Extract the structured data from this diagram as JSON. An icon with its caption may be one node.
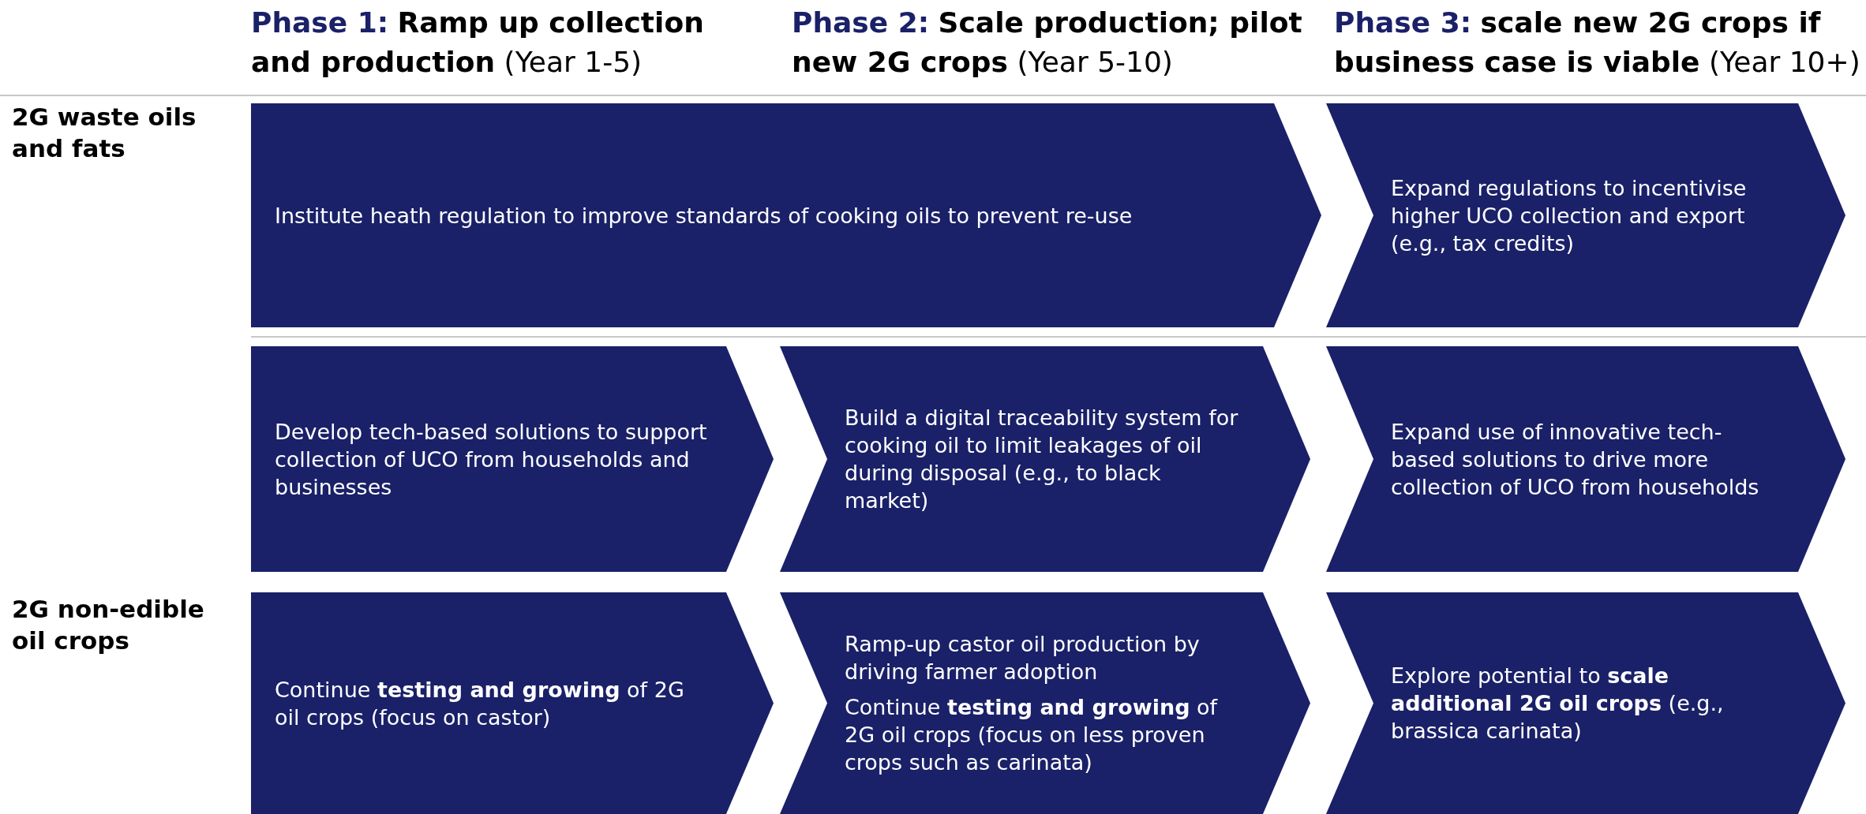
{
  "diagram": {
    "nodes": [
      {
        "text": [
          "Institute heath regulation to improve standards of cooking oils to prevent re-use"
        ]
      },
      {
        "text": [
          "Expand regulations to incentivise higher UCO collection and export (e.g., tax credits)"
        ]
      },
      {
        "text": [
          "Develop tech-based solutions to support collection of UCO from households and businesses"
        ]
      },
      {
        "text": [
          "Build a digital traceability system for cooking oil to limit leakages of oil during disposal (e.g., to black market)"
        ]
      },
      {
        "text": [
          "Expand use of innovative tech-based solutions to drive more collection of UCO from households"
        ]
      },
      {
        "text": [
          "Continue **testing and growing** of 2G oil crops (focus on castor)"
        ]
      },
      {
        "text": [
          "Ramp-up castor oil production by driving farmer adoption",
          "Continue **testing and growing** of 2G oil crops (focus on less proven crops such as carinata)"
        ]
      },
      {
        "text": [
          "Explore potential to **scale additional 2G oil crops** (e.g., brassica carinata)"
        ]
      }
    ],
    "labels": [
      "**Phase 1:** **Ramp up collection and production** (Year 1-5)",
      "**Phase 2:** **Scale production; pilot new 2G crops** (Year 5-10)",
      "**Phase 3:** **scale new 2G crops if business case is viable** (Year 10+)",
      "2G waste oils and fats",
      "2G non-edible oil crops"
    ]
  }
}
